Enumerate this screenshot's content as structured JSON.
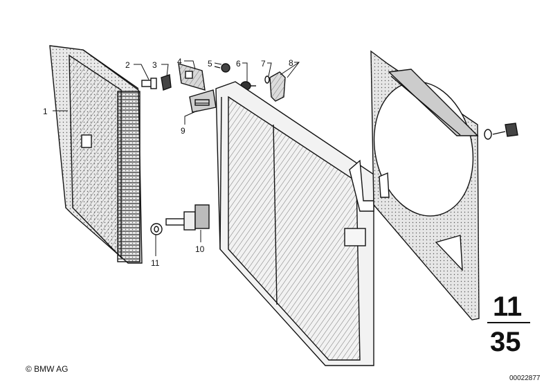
{
  "callouts": {
    "c1": "1",
    "c2": "2",
    "c3": "3",
    "c4": "4",
    "c5": "5",
    "c6": "6",
    "c7": "7",
    "c8": "8",
    "c9": "9",
    "c10": "10",
    "c11": "11"
  },
  "group": {
    "main": "11",
    "sub": "35"
  },
  "footer": {
    "copyright": "© BMW AG",
    "diagram_number": "00022877"
  }
}
